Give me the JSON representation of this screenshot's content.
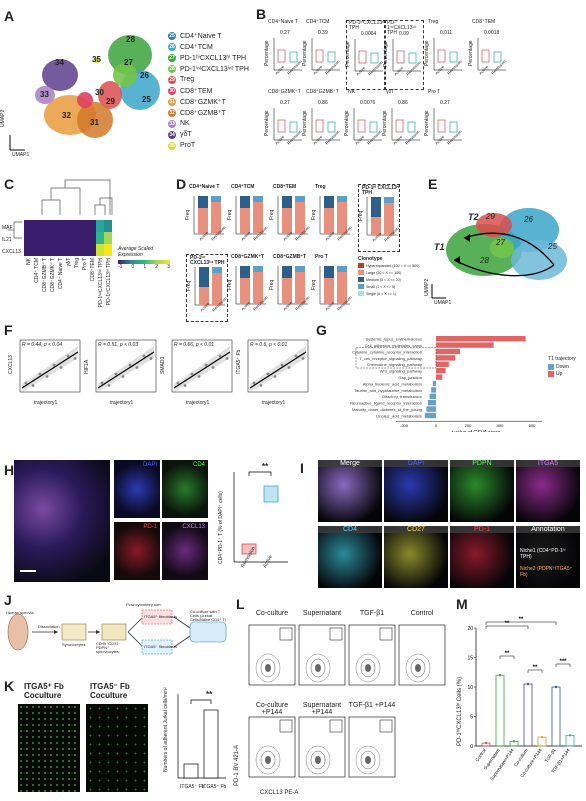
{
  "panels": {
    "A": "A",
    "B": "B",
    "C": "C",
    "D": "D",
    "E": "E",
    "F": "F",
    "G": "G",
    "H": "H",
    "I": "I",
    "J": "J",
    "K": "K",
    "L": "L",
    "M": "M"
  },
  "A": {
    "axis_x": "UMAP1",
    "axis_y": "UMAP2",
    "clusters": [
      {
        "id": "25",
        "label": "CD4⁺Naive T",
        "color": "#2e7d9a"
      },
      {
        "id": "26",
        "label": "CD4⁺TCM",
        "color": "#3aa6c9"
      },
      {
        "id": "27",
        "label": "PD-1ʰⁱCXCL13ʰⁱ TPH",
        "color": "#3ba33b"
      },
      {
        "id": "28",
        "label": "PD-1ⁱⁿᵗCXCL13ⁱⁿᵗ TPH",
        "color": "#74c44a"
      },
      {
        "id": "29",
        "label": "Treg",
        "color": "#d94d4d"
      },
      {
        "id": "30",
        "label": "CD8⁺TEM",
        "color": "#e04060"
      },
      {
        "id": "31",
        "label": "CD8⁺GZMK⁺T",
        "color": "#e89a3c"
      },
      {
        "id": "32",
        "label": "CD8⁺GZMB⁺T",
        "color": "#d4782a"
      },
      {
        "id": "33",
        "label": "NK",
        "color": "#a77cc4"
      },
      {
        "id": "34",
        "label": "γδT",
        "color": "#5b3e8c"
      },
      {
        "id": "35",
        "label": "ProT",
        "color": "#cddc39"
      }
    ]
  },
  "B": {
    "ylabel": "Percentage",
    "xcats": [
      "Active",
      "Remission"
    ],
    "plots": [
      {
        "title": "CD4⁺Naive T",
        "p": "0.27"
      },
      {
        "title": "CD4⁺TCM",
        "p": "0.39"
      },
      {
        "title": "PD-1ʰⁱCXCL13ʰⁱ TPH",
        "p": "0.0064"
      },
      {
        "title": "PD-1ⁱⁿᵗCXCL13ⁱⁿᵗ TPH",
        "p": "0.09"
      },
      {
        "title": "Treg",
        "p": "0.011"
      },
      {
        "title": "CD8⁺TEM",
        "p": "0.0018"
      },
      {
        "title": "CD8⁺GZMK⁺T",
        "p": "0.27"
      },
      {
        "title": "CD8⁺GZMB⁺T",
        "p": "0.86"
      },
      {
        "title": "NK",
        "p": "0.0076"
      },
      {
        "title": "γδT",
        "p": "0.86"
      },
      {
        "title": "Pro T",
        "p": "0.27"
      }
    ]
  },
  "C": {
    "rows": [
      "MAF",
      "IL21",
      "CXCL13"
    ],
    "cols": [
      "NK",
      "CD4⁺ TCM",
      "CD8⁺GZMB⁺ T",
      "CD8⁺GZMK⁺ T",
      "CD4⁺ Naive T",
      "γδT",
      "Treg",
      "Pro T",
      "CD8⁺TEM",
      "PD-1ⁱⁿᵗCXCL13ⁱⁿᵗ TPH",
      "PD-1ʰⁱCXCL13ʰⁱ TPH"
    ],
    "legend_title": "Average Scaled Expression",
    "legend_ticks": [
      "-1",
      "0",
      "1",
      "2",
      "3"
    ]
  },
  "D": {
    "ylabel": "Freq",
    "xcats": [
      "Active",
      "Remission"
    ],
    "plots": [
      {
        "title": "CD4⁺Naive T",
        "boxed": false
      },
      {
        "title": "CD4⁺TCM",
        "boxed": false
      },
      {
        "title": "CD8⁺TEM",
        "boxed": false
      },
      {
        "title": "Treg",
        "boxed": false
      },
      {
        "title": "PD-1ʰⁱ CXCL13ʰⁱ TPH",
        "boxed": true
      },
      {
        "title": "PD-1ⁱⁿᵗ CXCL13ⁱⁿᵗ TPH",
        "boxed": true
      },
      {
        "title": "CD8⁺GZMK⁺T",
        "boxed": false
      },
      {
        "title": "CD8⁺GZMB⁺T",
        "boxed": false
      },
      {
        "title": "Pro T",
        "boxed": false
      }
    ],
    "legend_title": "Clonotype",
    "legend": [
      {
        "label": "Hyperexpanded (100 < X <= 500)",
        "color": "#c0392b"
      },
      {
        "label": "Large (20 < X <= 100)",
        "color": "#e8907e"
      },
      {
        "label": "Medium (5 < X <= 20)",
        "color": "#2c5f8a"
      },
      {
        "label": "Small (1 < X <= 5)",
        "color": "#5aa0c8"
      },
      {
        "label": "Single (0 < X <= 1)",
        "color": "#b7d7e8"
      }
    ]
  },
  "E": {
    "axis_x": "UMAP1",
    "axis_y": "UMAP2",
    "traj": [
      "T1",
      "T2"
    ],
    "nums": [
      "29",
      "26",
      "27",
      "25",
      "28"
    ]
  },
  "F": {
    "xlabel": "trajectory1",
    "plots": [
      {
        "ylabel": "CXCL13",
        "stat": "R = 0.44, p < 0.04"
      },
      {
        "ylabel": "HIF1A",
        "stat": "R = 0.51, p < 0.03"
      },
      {
        "ylabel": "SMAD3",
        "stat": "R = 0.66, p < 0.01"
      },
      {
        "ylabel": "ITGA5⁺ Fb",
        "stat": "R = 0.6, p < 0.01"
      }
    ]
  },
  "G": {
    "xlabel": "t value of GSVA score",
    "legend_title": "T1 trajectory",
    "legend": [
      {
        "label": "Down",
        "color": "#6aa0c8"
      },
      {
        "label": "Up",
        "color": "#e06666"
      }
    ],
    "xticks": [
      "-200",
      "0",
      "200",
      "400",
      "600"
    ],
    "bars": [
      {
        "label": "Systemic_lupus_erythematosus",
        "t": 560
      },
      {
        "label": "Cell_adhesion_molecules_cams",
        "t": 360
      },
      {
        "label": "Cytokine_cytokine_receptor_interaction",
        "t": 150
      },
      {
        "label": "T_cell_receptor_signaling_pathway",
        "t": 120
      },
      {
        "label": "Chemokine_signaling_pathway",
        "t": 80
      },
      {
        "label": "Wnt_signaling_pathway",
        "t": 60
      },
      {
        "label": "Gap_junction",
        "t": 40
      },
      {
        "label": "Alpha_linolenic_acid_metabolism",
        "t": -20
      },
      {
        "label": "Taurine_and_hypotaurine_metabolism",
        "t": -30
      },
      {
        "label": "Olfactory_transduction",
        "t": -40
      },
      {
        "label": "Neuroactive_ligand_receptor_interaction",
        "t": -50
      },
      {
        "label": "Maturity_onset_diabetes_of_the_young",
        "t": -60
      },
      {
        "label": "Linoleic_acid_metabolism",
        "t": -70
      }
    ]
  },
  "H": {
    "channels": [
      "DAPI",
      "CD4",
      "PD-1",
      "CXCL13"
    ],
    "ylabel": "CD4⁺PD-1⁺ T (% of DAPI⁺ cells)",
    "xcats": [
      "Remission",
      "Active"
    ],
    "sig": "**",
    "yticks": [
      "0",
      "2",
      "4",
      "6"
    ]
  },
  "I": {
    "row1": [
      "Merge",
      "DAPI",
      "PDPN",
      "ITGA5"
    ],
    "row2": [
      "CD4",
      "CD27",
      "PD-1",
      "Annotation"
    ],
    "niche1": "Niche1 (CD4⁺PD-1ʰⁱ TPH)",
    "niche2": "Niche2 (PDPN⁺ITGA5⁺ Fb)"
  },
  "J": {
    "steps": [
      "Human synovia",
      "Dissociation",
      "Synoviocytes",
      "CD45⁻CD31⁻ PDPN⁺ synoviocytes",
      "Flow cytometry sort",
      "ITGA5⁺ fibroblasts",
      "ITGA5⁻ fibroblasts",
      "Co-culture with T Cells (Jurkat Cells/Naive CD4⁺ T)"
    ]
  },
  "K": {
    "titles": [
      "ITGA5⁺ Fb Coculture",
      "ITGA5⁻ Fb Coculture"
    ],
    "ylabel": "Numbers of adherent Jurkat cells/mm²",
    "xcats": [
      "ITGA5⁻ Fb",
      "ITGA5⁺ Fb"
    ],
    "sig": "**"
  },
  "L": {
    "row1": [
      "Co-culture",
      "Supernatant",
      "TGF-β1",
      "Control"
    ],
    "row2": [
      "Co-culture +P144",
      "Supernatant +P144",
      "TGF-β1 +P144"
    ],
    "ylabel": "PD-1 BV 421-A",
    "xlabel": "CXCL13 PE-A"
  },
  "M": {
    "ylabel": "PD-1ʰⁱCXCL13ʰⁱ Cells (%)",
    "yticks": [
      "0",
      "5",
      "10",
      "15",
      "20"
    ],
    "cats": [
      "Control",
      "Supernatant",
      "Supernatant+P144",
      "Co-culture",
      "Co-culture+P144",
      "TGF-β1",
      "TGF-β1+P144"
    ],
    "values": [
      0.5,
      12,
      0.8,
      10.5,
      1.5,
      10,
      1.8
    ],
    "sigs": [
      "**",
      "**",
      "**",
      "**",
      "***"
    ]
  }
}
